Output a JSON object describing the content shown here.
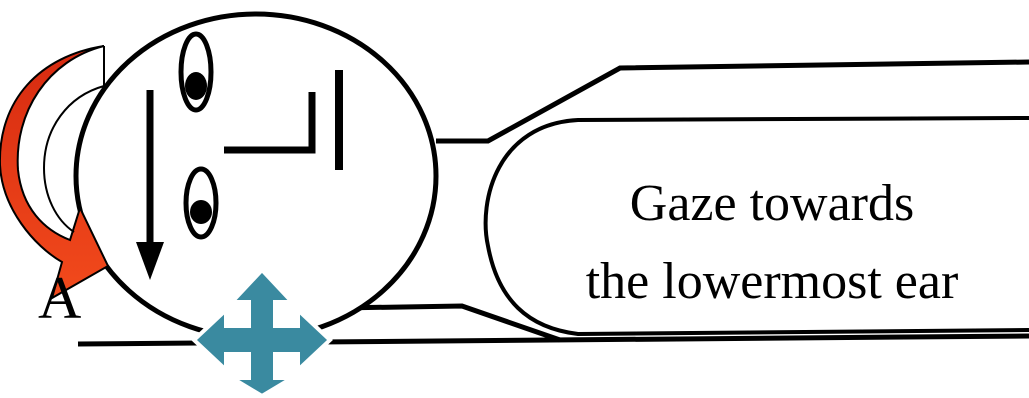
{
  "panel_label": "A",
  "caption": {
    "line1": "Gaze towards",
    "line2": "the lowermost ear"
  },
  "icons": {
    "rotation_arrow": "curved-arrow-icon",
    "move_cross": "four-way-arrow-icon",
    "gaze_arrow": "down-arrow-icon"
  },
  "colors": {
    "rotation_arrow_red": "#d62a10",
    "rotation_arrow_orange": "#f24a1c",
    "move_cross_teal": "#3a8aa0"
  }
}
